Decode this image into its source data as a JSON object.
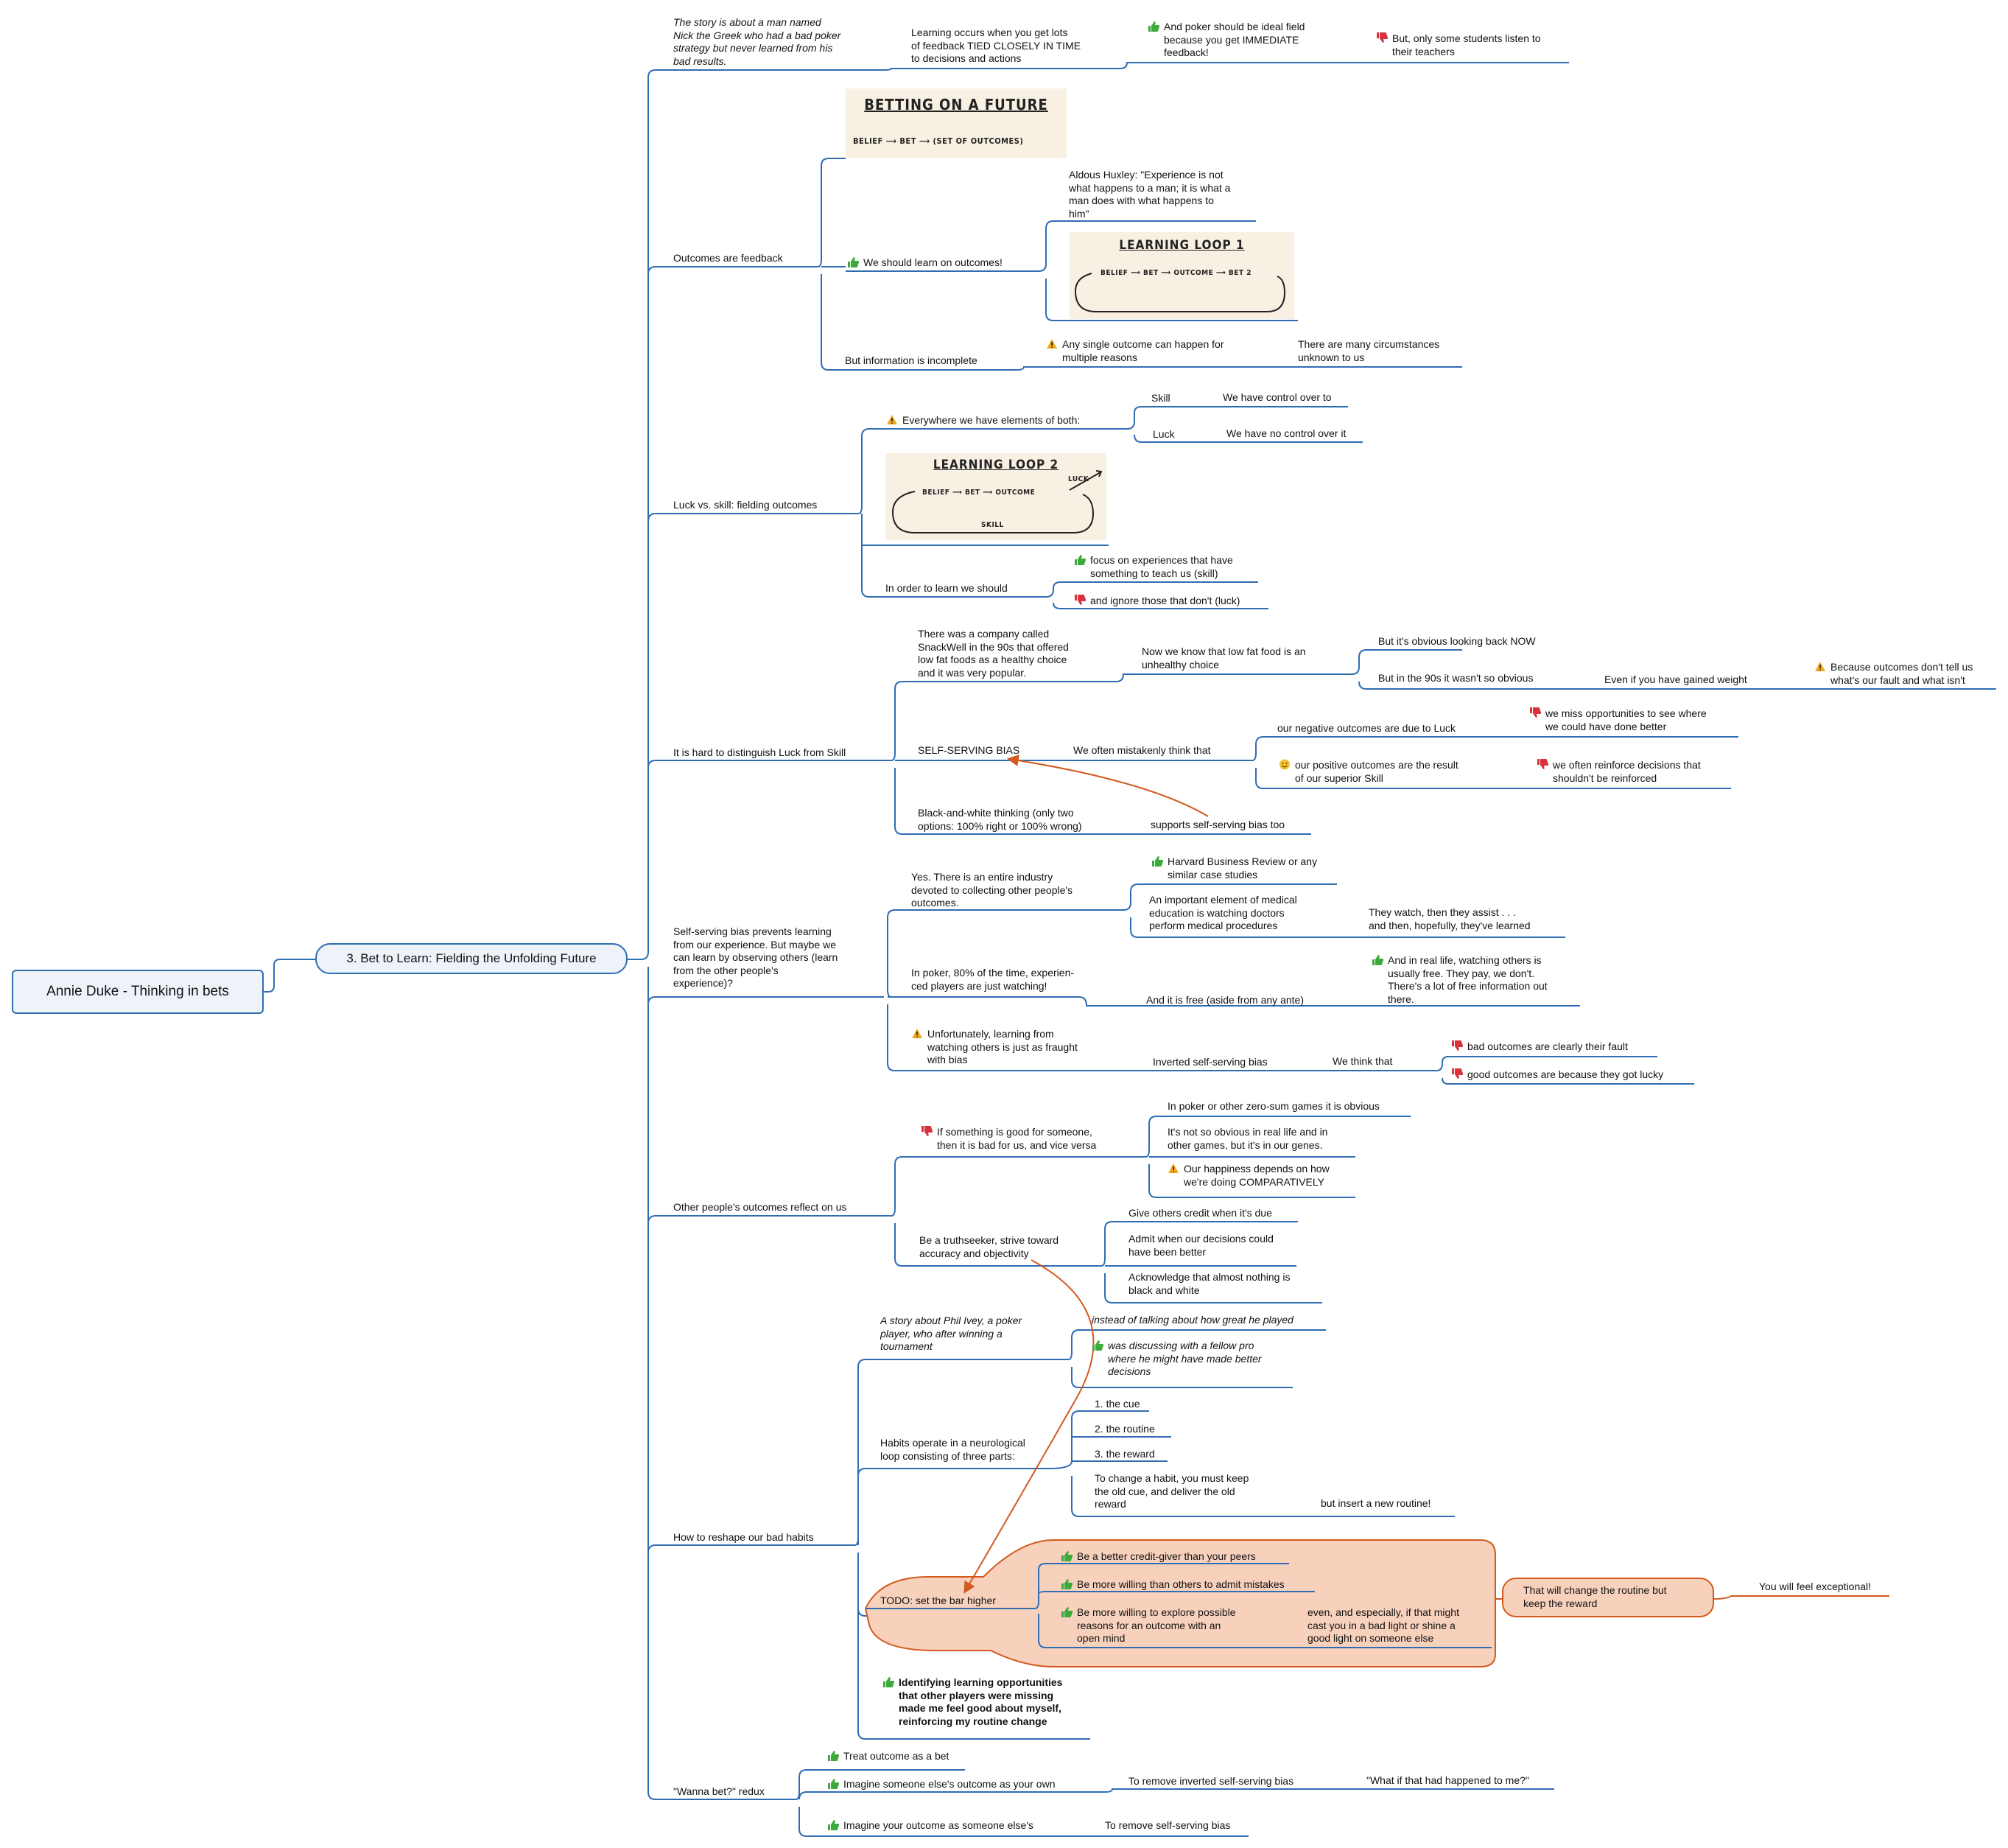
{
  "root": "Annie Duke - Thinking in bets",
  "central": "3. Bet to Learn: Fielding the Unfolding Future",
  "images": {
    "betting": {
      "title": "BETTING ON A FUTURE",
      "line": "BELIEF ⟶ BET ⟶ (SET OF OUTCOMES)"
    },
    "loop1": {
      "title": "LEARNING LOOP 1",
      "line": "BELIEF ⟶ BET ⟶ OUTCOME ⟶ BET 2"
    },
    "loop2": {
      "title": "LEARNING LOOP 2",
      "line": "BELIEF ⟶ BET ⟶ OUTCOME",
      "luck": "LUCK",
      "skill": "SKILL"
    }
  },
  "colors": {
    "line": "#2f6db3",
    "accent": "#d35a1e",
    "highlight_fill": "#f8d1bd",
    "thumbs_up": "#3daa3d",
    "thumbs_down": "#d8323c",
    "warning": "#f1a81f"
  },
  "nodes": {
    "story": "The story is about a man named\nNick the Greek who had a bad poker\nstrategy but never learned from his\nbad results.",
    "learn_occurs": "Learning occurs when you get lots\nof feedback TIED CLOSELY IN TIME\nto decisions and actions",
    "poker_ideal": "And poker should be ideal field\nbecause you get IMMEDIATE\nfeedback!",
    "only_some": "But, only some students listen to\ntheir teachers",
    "outcomes_feedback": "Outcomes are feedback",
    "huxley": "Aldous Huxley: \"Experience is not\nwhat happens to a man; it is what a\nman does with what happens to\nhim\"",
    "learn_outcomes": "We should learn on outcomes!",
    "info_incomplete": "But information is incomplete",
    "any_single": "Any single outcome can happen for\nmultiple reasons",
    "many_circ": "There are many circumstances\nunknown to us",
    "luck_skill": "Luck vs. skill: fielding outcomes",
    "everywhere": "Everywhere we have elements of both:",
    "skill": "Skill",
    "control": "We have control over to",
    "luck": "Luck",
    "no_control": "We have no control over it",
    "in_order": "In order to learn we should",
    "focus": "focus on experiences that have\nsomething to teach us (skill)",
    "ignore": "and ignore those that don't (luck)",
    "hard": "It is hard to distinguish Luck from Skill",
    "snackwell": "There was a company called\nSnackWell in the 90s that offered\nlow fat foods as a healthy choice\nand it was very popular.",
    "now_know": "Now we know that low fat food is an\nunhealthy choice",
    "obvious_now": "But it's obvious looking back NOW",
    "not_obvious": "But in the 90s it wasn't so obvious",
    "even_if": "Even if you have gained weight",
    "because_outcomes": "Because outcomes don't tell us\nwhat's our fault and what isn't",
    "ssb": "SELF-SERVING BIAS",
    "mistakenly": "We often mistakenly think that",
    "neg_luck": "our negative outcomes are due to Luck",
    "miss_opp": "we miss opportunities to see where\nwe could have done better",
    "pos_skill": "our positive outcomes are the result\nof our superior Skill",
    "reinforce": "we often reinforce decisions that\nshouldn't be reinforced",
    "bw": "Black-and-white thinking (only two\noptions: 100% right or 100% wrong)",
    "supports": "supports self-serving bias too",
    "ssb_prevents": "Self-serving bias prevents learning\nfrom our experience. But maybe we\ncan learn by observing others (learn\nfrom the other people's\nexperience)?",
    "yes_industry": "Yes. There is an entire industry\ndevoted to collecting other people's\noutcomes.",
    "harvard": "Harvard Business Review or any\nsimilar case studies",
    "medical": "An important element of medical\neducation is watching doctors\nperform medical procedures",
    "they_watch": "They watch, then they assist . . .\nand then, hopefully, they've learned",
    "poker80": "In poker, 80% of the time, experien-\nced players are just watching!",
    "free": "And it is free (aside from any ante)",
    "real_life": "And in real life, watching others is\nusually free. They pay, we don't.\nThere's a lot of free information out\nthere.",
    "unfortunately": "Unfortunately, learning from\nwatching others is just as fraught\nwith bias",
    "inverted": "Inverted self-serving bias",
    "we_think": "We think that",
    "bad_fault": "bad outcomes are clearly their fault",
    "good_lucky": "good outcomes are because they got lucky",
    "others_reflect": "Other people's outcomes reflect on us",
    "if_good": "If something is good for someone,\nthen it is bad for us, and vice versa",
    "zero_sum": "In poker or other zero-sum games it is obvious",
    "genes": "It's not so obvious in real life and in\nother games, but it's in our genes.",
    "happiness": "Our happiness depends on how\nwe're doing COMPARATIVELY",
    "truthseeker": "Be a truthseeker, strive toward\naccuracy and objectivity",
    "credit": "Give others credit when it's due",
    "admit": "Admit when our decisions could\nhave been better",
    "acknowledge": "Acknowledge that almost nothing is\nblack and white",
    "reshape": "How to reshape our bad habits",
    "ivey": "A story about Phil Ivey, a poker\nplayer, who after winning a\ntournament",
    "instead": "instead of talking about how great he played",
    "discussing": "was discussing with a fellow pro\nwhere he might have made better\ndecisions",
    "habits": "Habits operate in a neurological\nloop consisting of three parts:",
    "cue": "1. the cue",
    "routine": "2. the routine",
    "reward": "3. the reward",
    "change_habit": "To change a habit, you must keep\nthe old cue, and deliver the old\nreward",
    "insert": "but insert a new routine!",
    "todo": "TODO: set the bar higher",
    "better_credit": "Be a better credit-giver than your peers",
    "more_willing": "Be more willing than others to admit mistakes",
    "explore": "Be more willing to explore possible\nreasons for an outcome with an\nopen mind",
    "even_especially": "even, and especially, if that might\ncast you in a bad light or shine a\ngood light on someone else",
    "will_change": "That will change the routine but\nkeep the reward",
    "exceptional": "You will feel exceptional!",
    "identifying": "Identifying learning opportunities\nthat other players were missing\nmade me feel good about myself,\nreinforcing my routine change",
    "wanna": "\"Wanna bet?\" redux",
    "treat": "Treat outcome as a bet",
    "imagine_own": "Imagine someone else's outcome as your own",
    "remove_inverted": "To remove inverted self-serving bias",
    "what_if": "\"What if that had happened to me?\"",
    "imagine_else": "Imagine your outcome as someone else's",
    "remove_ssb": "To remove self-serving bias"
  }
}
